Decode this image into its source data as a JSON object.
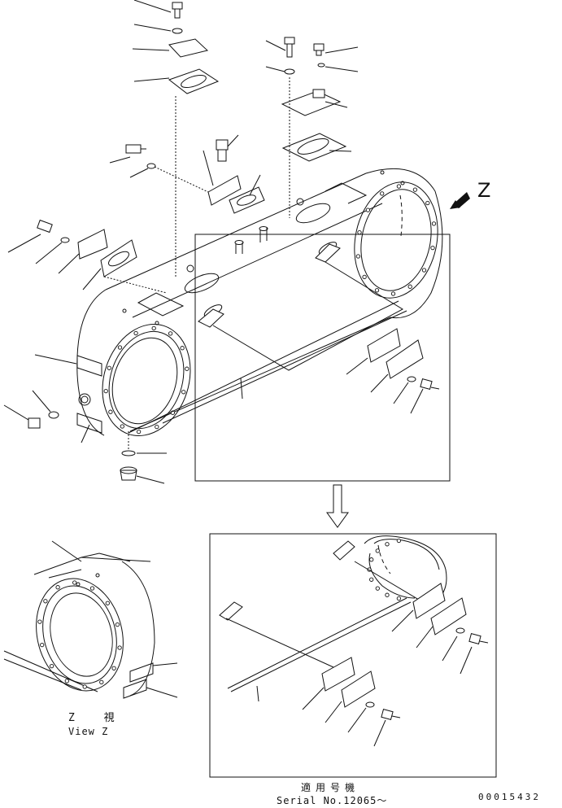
{
  "labels": {
    "z_mark": "Z",
    "view_z_jp": "Z 視",
    "view_z_en": "View Z",
    "serial_jp": "適用号機",
    "serial_en": "Serial No.12065～",
    "doc_number": "00015432"
  },
  "colors": {
    "line": "#111111",
    "background": "#ffffff"
  },
  "icons": {
    "view_arrow": "arrow-icon",
    "down_arrow": "down-arrow-icon"
  }
}
